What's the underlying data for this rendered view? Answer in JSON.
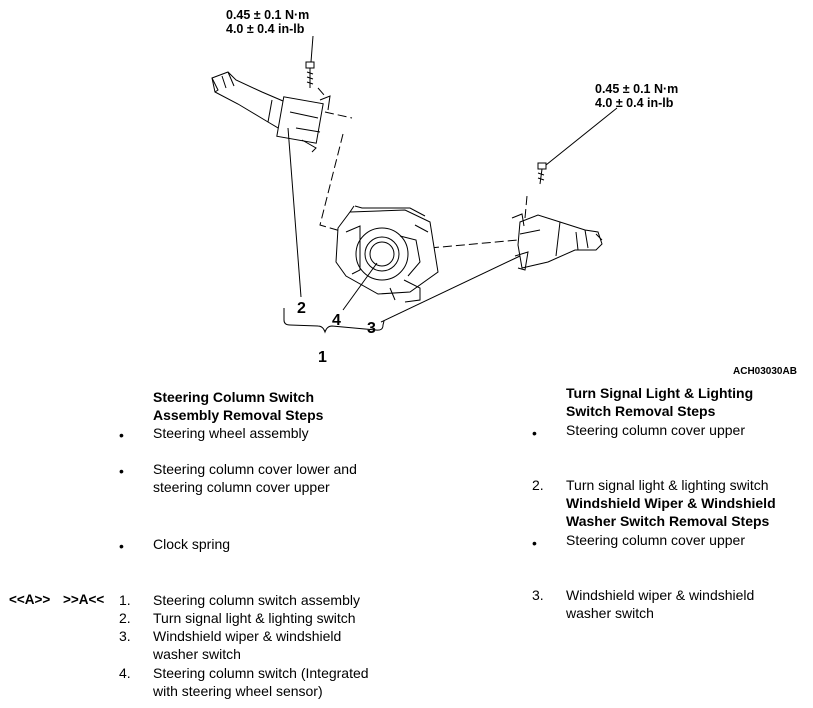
{
  "diagram": {
    "torque_left": {
      "line1": "0.45 ± 0.1 N·m",
      "line2": "4.0 ± 0.4 in-lb"
    },
    "torque_right": {
      "line1": "0.45 ± 0.1 N·m",
      "line2": "4.0 ± 0.4 in-lb"
    },
    "callouts": {
      "c1": "1",
      "c2": "2",
      "c3": "3",
      "c4": "4"
    },
    "figure_code": "ACH03030AB"
  },
  "left_section": {
    "heading_line1": "Steering Column Switch",
    "heading_line2": "Assembly Removal Steps",
    "bullets": [
      {
        "text": "Steering wheel assembly"
      },
      {
        "line1": "Steering column cover lower and",
        "line2": "steering column cover upper"
      },
      {
        "text": "Clock spring"
      }
    ],
    "ref_a1": "<<A>>",
    "ref_a2": ">>A<<",
    "steps": [
      {
        "num": "1.",
        "line1": "Steering column switch assembly"
      },
      {
        "num": "2.",
        "line1": "Turn signal light & lighting switch"
      },
      {
        "num": "3.",
        "line1": "Windshield wiper & windshield",
        "line2": "washer switch"
      },
      {
        "num": "4.",
        "line1": "Steering column switch (Integrated",
        "line2": "with steering wheel sensor)"
      }
    ]
  },
  "right_section": {
    "heading1_line1": "Turn Signal Light & Lighting",
    "heading1_line2": "Switch Removal Steps",
    "bullet1": "Steering column cover upper",
    "step2_num": "2.",
    "step2_text": "Turn signal light & lighting switch",
    "heading2_line1": "Windshield Wiper & Windshield",
    "heading2_line2": "Washer Switch Removal Steps",
    "bullet2": "Steering column cover upper",
    "step3_num": "3.",
    "step3_line1": "Windshield wiper & windshield",
    "step3_line2": "washer switch"
  }
}
